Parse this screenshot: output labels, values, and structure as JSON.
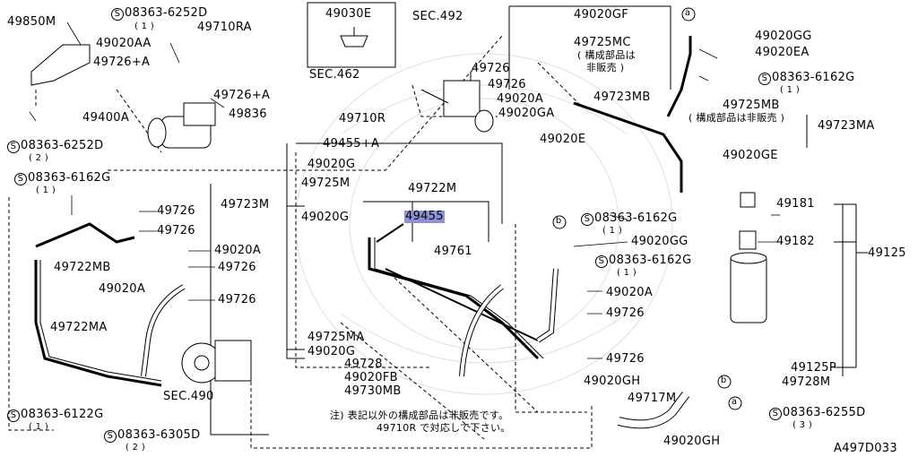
{
  "part_numbers": {
    "p49850M": "49850M",
    "p08363_6252D_top": "08363-6252D",
    "p08363_6252D_top_qty": "( 1 )",
    "p49020AA": "49020AA",
    "p49710RA": "49710RA",
    "p49726A_top": "49726+A",
    "p49030E": "49030E",
    "sec492": "SEC.492",
    "sec462": "SEC.462",
    "p49726A_mid": "49726+A",
    "p49400A": "49400A",
    "p49836": "49836",
    "p08363_6252D_left": "08363-6252D",
    "p08363_6252D_left_qty": "( 2 )",
    "p49710R": "49710R",
    "p49455A": "49455+A",
    "p49020G_a": "49020G",
    "p49725M": "49725M",
    "p49722M": "49722M",
    "p49723M": "49723M",
    "p49020G_b": "49020G",
    "p49455": "49455",
    "p49761": "49761",
    "p08363_6162G_left": "08363-6162G",
    "p08363_6162G_left_qty": "( 1 )",
    "p49726_l1": "49726",
    "p49726_l2": "49726",
    "p49722MB": "49722MB",
    "p49020A_l1": "49020A",
    "p49726_l3": "49726",
    "p49020A_l2": "49020A",
    "p49726_l4": "49726",
    "p49722MA": "49722MA",
    "p49725MA": "49725MA",
    "p49020G_c": "49020G",
    "p49728": "49728",
    "p49020FB": "49020FB",
    "p49730MB": "49730MB",
    "sec490": "SEC.490",
    "p08363_6122G": "08363-6122G",
    "p08363_6122G_qty": "( 1 )",
    "p08363_6305D": "08363-6305D",
    "p08363_6305D_qty": "( 2 )",
    "p49020GF": "49020GF",
    "p49725MC": "49725MC",
    "p49725MC_note1": "( 構成部品は",
    "p49725MC_note2": "非販売 )",
    "p49726_top": "49726",
    "p49726_top2": "49726",
    "p49020A_top": "49020A",
    "p49020GA": "49020GA",
    "p49723MB": "49723MB",
    "p49020GG_top": "49020GG",
    "p49020EA": "49020EA",
    "p08363_6162G_r1": "08363-6162G",
    "p08363_6162G_r1_qty": "( 1 )",
    "p49725MB": "49725MB",
    "p49725MB_note": "( 構成部品は非販売 )",
    "p49723MA": "49723MA",
    "p49020E": "49020E",
    "p49020GE": "49020GE",
    "p08363_6162G_r2": "08363-6162G",
    "p08363_6162G_r2_qty": "( 1 )",
    "p49020GG_mid": "49020GG",
    "p08363_6162G_r3": "08363-6162G",
    "p08363_6162G_r3_qty": "( 1 )",
    "p49020A_r": "49020A",
    "p49726_r1": "49726",
    "p49726_r2": "49726",
    "p49020GH_a": "49020GH",
    "p49717M": "49717M",
    "p49020GH_b": "49020GH",
    "p49181": "49181",
    "p49182": "49182",
    "p49125": "49125",
    "p49125P": "49125P",
    "p49728M": "49728M",
    "p08363_6255D": "08363-6255D",
    "p08363_6255D_qty": "( 3 )",
    "note_line1": "注) 表記以外の構成部品は非販売です。",
    "note_line2": "49710R で対応して下さい。",
    "diagram_id": "A497D033"
  },
  "markers": {
    "s": "S",
    "a": "a",
    "b": "b"
  },
  "colors": {
    "highlight": "#8f8fd6",
    "ink": "#000000",
    "hatch": "#d8d8d8"
  }
}
